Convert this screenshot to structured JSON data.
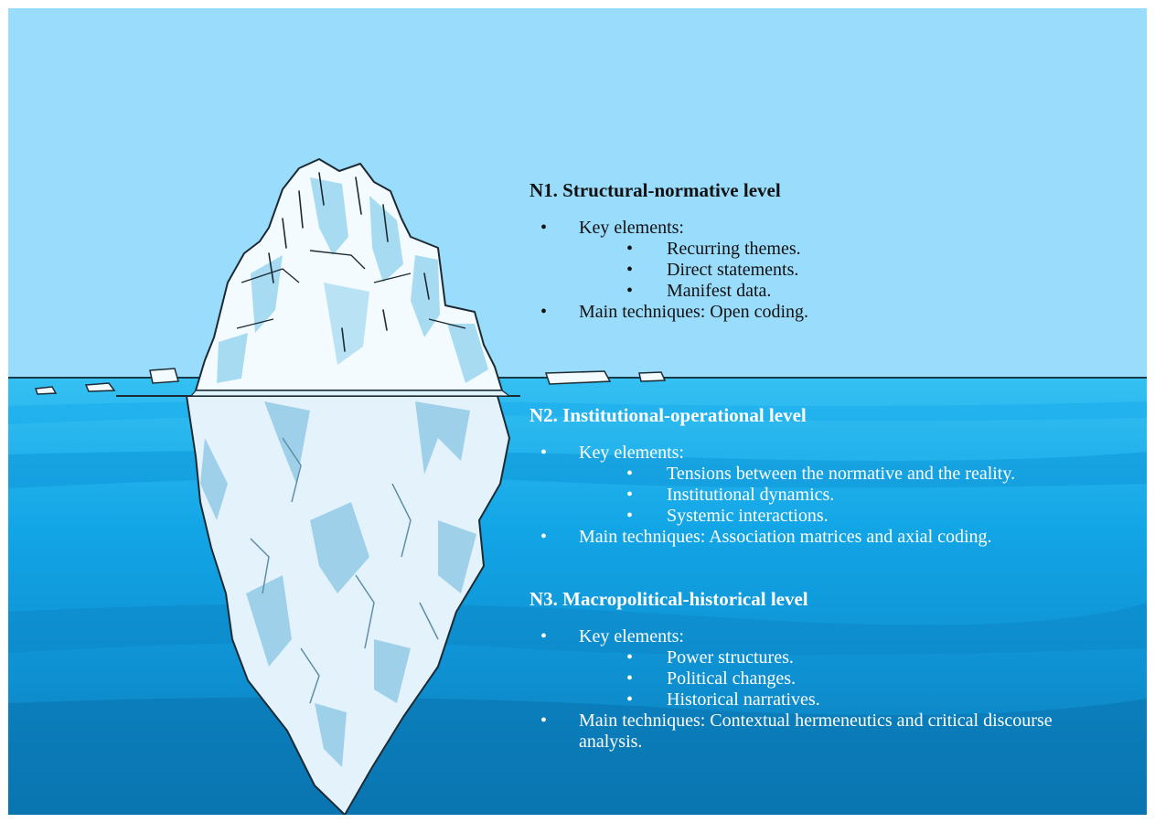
{
  "colors": {
    "sky": "#9adcfb",
    "water_surface": "#2dbaf0",
    "water_mid": "#14a6e6",
    "water_deep": "#0d7fbf",
    "ice_light": "#f4fbff",
    "ice_shadow": "#a7dbf2",
    "ice_underwater": "#e7f4fb",
    "ice_underwater_shadow": "#9fd0ea"
  },
  "levels": [
    {
      "title": "N1. Structural-normative level",
      "key_label": "Key elements:",
      "elements": [
        "Recurring themes.",
        "Direct statements.",
        "Manifest data."
      ],
      "techniques": "Main techniques: Open coding."
    },
    {
      "title": "N2. Institutional-operational level",
      "key_label": "Key elements:",
      "elements": [
        "Tensions between the normative and the reality.",
        "Institutional dynamics.",
        "Systemic interactions."
      ],
      "techniques": "Main techniques: Association matrices and axial coding."
    },
    {
      "title": "N3. Macropolitical-historical level",
      "key_label": "Key elements:",
      "elements": [
        "Power structures.",
        "Political changes.",
        "Historical narratives."
      ],
      "techniques": "Main techniques: Contextual hermeneutics and critical discourse analysis."
    }
  ],
  "bullet": "•"
}
